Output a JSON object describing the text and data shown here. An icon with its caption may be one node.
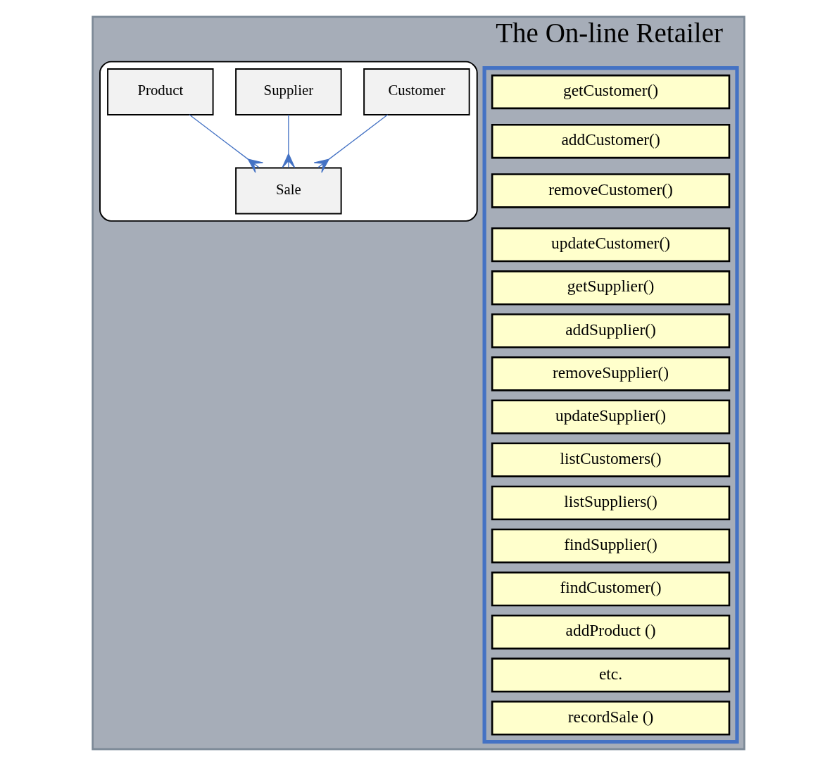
{
  "diagram": {
    "nodes": [
      {
        "text": [
          "The On-line Retailer"
        ]
      },
      {
        "text": [],
        "shape": "box",
        "in": 0
      },
      {
        "text": [
          "getCustomer()"
        ],
        "in": 1
      },
      {
        "text": [
          "addCustomer()"
        ],
        "in": 1
      },
      {
        "text": [
          "removeCustomer()"
        ],
        "in": 1
      },
      {
        "text": [
          "updateCustomer()"
        ],
        "in": 1
      },
      {
        "text": [
          "getSupplier()"
        ],
        "in": 1
      },
      {
        "text": [
          "addSupplier()"
        ],
        "in": 1
      },
      {
        "text": [
          "removeSupplier()"
        ],
        "in": 1
      },
      {
        "text": [
          "updateSupplier()"
        ],
        "in": 1
      },
      {
        "text": [
          "listCustomers()"
        ],
        "in": 1
      },
      {
        "text": [
          "listSuppliers()"
        ],
        "in": 1
      },
      {
        "text": [
          "findSupplier()"
        ],
        "in": 1
      },
      {
        "text": [
          "findCustomer()"
        ],
        "in": 1
      },
      {
        "text": [
          "addProduct ()"
        ],
        "in": 1
      },
      {
        "text": [
          "etc."
        ],
        "in": 1
      },
      {
        "text": [
          "recordSale ()"
        ],
        "in": 1
      },
      {
        "text": [],
        "shape": "cylinder",
        "in": 0
      },
      {
        "text": [
          "Customer"
        ],
        "in": 17
      },
      {
        "text": [
          "Supplier"
        ],
        "in": 17
      },
      {
        "text": [
          "Product"
        ],
        "in": 17
      },
      {
        "text": [
          "Sale"
        ],
        "in": 17
      }
    ],
    "edges": [
      {
        "from": 18,
        "to": 21,
        "arrow": "other"
      },
      {
        "from": 19,
        "to": 21,
        "arrow": "other"
      },
      {
        "from": 20,
        "to": 21,
        "arrow": "other"
      }
    ]
  }
}
